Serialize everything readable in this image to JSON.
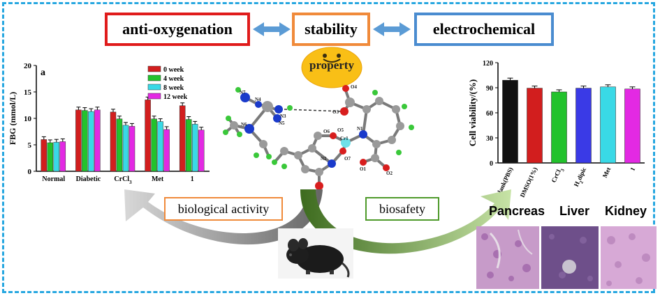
{
  "top_boxes": {
    "anti": "anti-oxygenation",
    "stability": "stability",
    "electro": "electrochemical",
    "property": "property",
    "colors": {
      "anti": "#e01b1b",
      "stability": "#f08a3a",
      "electro": "#4a8cd0"
    }
  },
  "bottom_boxes": {
    "bio": "biological activity",
    "safety": "biosafety"
  },
  "molecule_labels": {
    "n7": "N7",
    "n4": "N4",
    "n3": "N3",
    "n5": "N5",
    "n6": "N6",
    "o4": "O4",
    "o3": "O3",
    "o6": "O6",
    "o5": "O5",
    "n1": "N1",
    "cr1": "Cr1",
    "n2": "N2",
    "o7": "O7",
    "o1": "O1",
    "o2": "O2",
    "o8": "O8"
  },
  "tissue_labels": {
    "pancreas": "Pancreas",
    "liver": "Liver",
    "kidney": "Kidney"
  },
  "chart_data": [
    {
      "type": "bar",
      "panel_label": "a",
      "ylabel": "FBG (mmol/L)",
      "ylim": [
        0,
        20
      ],
      "yticks": [
        "0",
        "5",
        "10",
        "15",
        "20"
      ],
      "categories": [
        "Normal",
        "Diabetic",
        "CrCl3",
        "Met",
        "1"
      ],
      "category_labels": [
        "Normal",
        "Diabetic",
        "CrCl",
        "Met",
        "1"
      ],
      "series": [
        {
          "name": "0 week",
          "color": "#d21e1e",
          "values": [
            6.0,
            11.6,
            11.2,
            13.5,
            12.4
          ]
        },
        {
          "name": "4 week",
          "color": "#22c22c",
          "values": [
            5.4,
            11.5,
            9.9,
            9.9,
            9.8
          ]
        },
        {
          "name": "8 week",
          "color": "#39d9e6",
          "values": [
            5.5,
            11.3,
            8.7,
            9.4,
            8.9
          ]
        },
        {
          "name": "12 week",
          "color": "#e329e3",
          "values": [
            5.6,
            11.6,
            8.5,
            7.9,
            7.8
          ]
        }
      ]
    },
    {
      "type": "bar",
      "ylabel": "Cell viability/(%)",
      "ylim": [
        0,
        120
      ],
      "yticks": [
        "0",
        "30",
        "60",
        "90",
        "120"
      ],
      "categories": [
        "Blank(PBS)",
        "DMSO(1%)",
        "CrCl3",
        "H2dipic",
        "Met",
        "1"
      ],
      "category_labels": [
        "Blank(PBS)",
        "DMSO(1%)",
        "CrCl",
        "H dipic",
        "Met",
        "1"
      ],
      "colors": [
        "#111111",
        "#d21e1e",
        "#22c22c",
        "#3a3ae6",
        "#39d9e6",
        "#e329e3"
      ],
      "values": [
        99,
        89.5,
        85,
        89.5,
        91,
        88.5
      ]
    }
  ]
}
